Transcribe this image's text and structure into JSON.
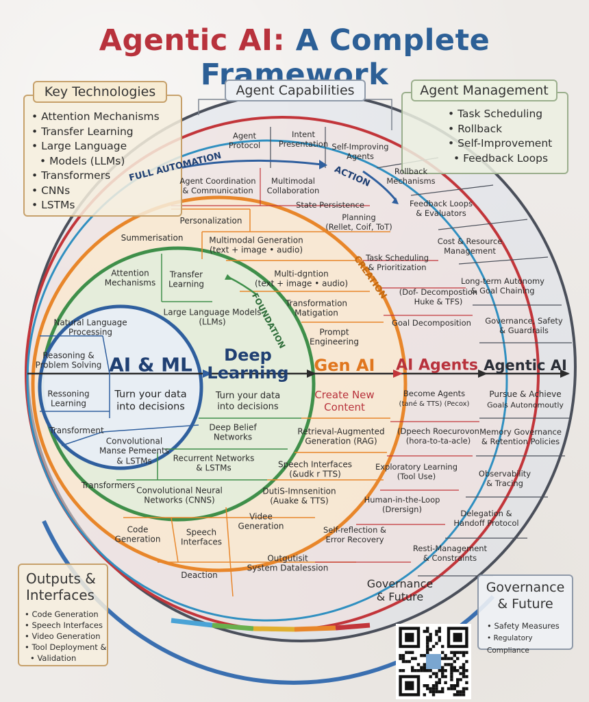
{
  "title": {
    "part1": "Agentic AI:",
    "part2": "A Complete Framework"
  },
  "key_technologies": {
    "heading": "Key Technologies",
    "items": [
      "Attention Mechanisms",
      "Transfer Learning",
      "Large Language",
      "Models (LLMs)",
      "Transformers",
      "CNNs",
      "LSTMs"
    ]
  },
  "agent_capabilities": {
    "heading": "Agent Capabilities"
  },
  "agent_management": {
    "heading": "Agent Management",
    "items": [
      "Task Scheduling",
      "Rollback",
      "Self-Improvement",
      "Feedback Loops"
    ]
  },
  "outputs_interfaces": {
    "heading_line1": "Outputs &",
    "heading_line2": "Interfaces",
    "items": [
      "Code Generation",
      "Speech Interfaces",
      "Video Generation",
      "Tool Deployment &",
      "Validation"
    ]
  },
  "governance_box": {
    "heading_line1": "Governance",
    "heading_line2": "& Future",
    "items": [
      "Safety Measures",
      "Regulatory Compliance"
    ]
  },
  "layers": {
    "ai_ml": {
      "title": "AI & ML",
      "subtitle_line1": "Turn your data",
      "subtitle_line2": "into decisions"
    },
    "deep_learning": {
      "title_line1": "Deep",
      "title_line2": "Learning",
      "subtitle_line1": "Turn your data",
      "subtitle_line2": "into decisions"
    },
    "gen_ai": {
      "title": "Gen AI",
      "subtitle_line1": "Create New",
      "subtitle_line2": "Content"
    },
    "ai_agents": {
      "title": "AI Agents",
      "subtitle_line1": "Become Agents",
      "subtitle_line2": "(tané & TTS) (Pecox)"
    },
    "agentic_ai": {
      "title": "Agentic AI",
      "subtitle_line1": "Pursue & Achieve",
      "subtitle_line2": "Goals Autonomoutly"
    }
  },
  "arc_labels": {
    "full_automation": "FULL AUTOMATION",
    "action": "ACTION",
    "creation": "CREATION",
    "foundation": "FOUNDATION"
  },
  "segments": {
    "ai_ml": [
      "Natural Language|Processing",
      "Reasoning &|Problem Solving",
      "Ressoning|Learning",
      "Transforment",
      "Convolutional|Manse Pemeents|& LSTMs",
      "Transformers"
    ],
    "deep_learning": [
      "Attention|Mechanisms",
      "Transfer|Learning",
      "Large Language Models|(LLMs)",
      "Deep Belief|Networks",
      "Recurrent Networks|& LSTMs",
      "Convolutional Neural|Networks (CNNS)"
    ],
    "gen_ai": [
      "Personalization",
      "Summerisation",
      "Multimodal Generation|(text + image • audio)",
      "Multi-dgntion|(text + image • audio)",
      "Transformation|Matigation",
      "Prompt|Engineering",
      "Retrieval-Augmented|Generation (RAG)",
      "Speech Interfaces|(&udk r TTS)",
      "DutiS-Imnsenition|(Auake & TTS)",
      "Videe|Generation",
      "Speech|Interfaces",
      "Code|Generation",
      "Deaction",
      "Outgutisit|System Datalession"
    ],
    "ai_agents": [
      "Agent Coordination|& Communication",
      "Multimodal|Collaboration",
      "State Persistence",
      "Planning|(Rellet, Coif, ToT)",
      "Task Scheduling|& Prioritization",
      "(Dof- Decompostion|Huke & TFS)",
      "Goal Decomposition",
      "(Dpeech Roecurovon|(hora-to-ta-acle)",
      "Exploratory Learning|(Tool Use)",
      "Human-in-the-Loop|(Drersign)",
      "Self-reflection &|Error Recovery"
    ],
    "agentic_ai": [
      "Agent|Protocol",
      "Intent|Presentation",
      "Self-Improving|Agents",
      "Rollback|Mechanisms",
      "Feedback Loops|& Evaluators",
      "Cost & Resource|Management",
      "Long-term Autonomy|& Goal Chaining",
      "Governance, Safety|& Guardrails",
      "Memory Governance|& Retention Policies",
      "Observability|& Tracing",
      "Delegation &|Handoff Protocol",
      "Resti-Management|& Constraints",
      "Governance|& Future"
    ]
  },
  "colors": {
    "title_red": "#b8323c",
    "title_blue": "#2c5f96",
    "ring_blue": "#2f5f9e",
    "ring_green": "#3f8f4a",
    "ring_orange": "#e8862a",
    "ring_red": "#c2353a",
    "ring_gray": "#4a4f5a",
    "card_border": "#c6a06a"
  }
}
